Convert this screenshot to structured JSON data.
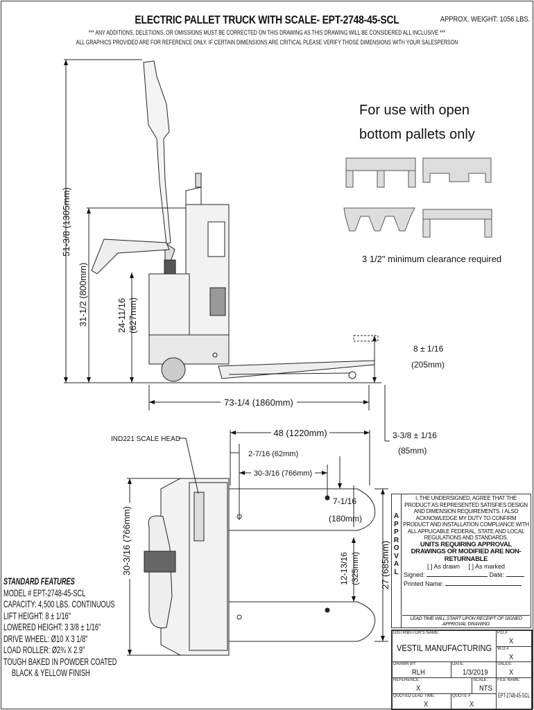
{
  "header": {
    "title": "ELECTRIC PALLET TRUCK WITH SCALE- EPT-2748-45-SCL",
    "weight": "APPROX. WEIGHT: 1056 LBS.",
    "note1": "*** ANY ADDITIONS, DELETIONS, OR OMISSIONS MUST BE CORRECTED ON THIS DRAWING AS THIS DRAWING WILL BE CONSIDERED ALL INCLUSIVE ***",
    "note2": "ALL GRAPHICS PROVIDED ARE FOR REFERENCE ONLY. IF CERTAIN DIMENSIONS ARE CRITICAL PLEASE VERIFY THOSE DIMENSIONS WITH YOUR SALESPERSON"
  },
  "pallet_note": {
    "line1": "For use with open",
    "line2": "bottom pallets only",
    "clearance": "3 1/2\" minimum clearance required"
  },
  "side_view": {
    "overall_height": "51-3/8 (1305mm)",
    "handle_height": "31-1/2 (800mm)",
    "body_height": "24-11/16",
    "body_height_mm": "(627mm)",
    "lift_height": "8 ± 1/16",
    "lift_height_mm": "(205mm)",
    "length": "73-1/4 (1860mm)",
    "lowered_height": "3-3/8 ± 1/16",
    "lowered_height_mm": "(85mm)"
  },
  "top_view": {
    "scale_head": "IND221 SCALE HEAD",
    "fork_length": "48 (1220mm)",
    "offset": "2-7/16 (62mm)",
    "inner_length": "30-3/16 (766mm)",
    "fork_width": "7-1/16",
    "fork_width_mm": "(180mm)",
    "inner_span": "12-13/16",
    "inner_span_mm": "(325mm)",
    "outer_width": "27 (685mm)",
    "body_width": "30-3/16 (766mm)"
  },
  "features": {
    "heading": "STANDARD FEATURES",
    "items": [
      "MODEL # EPT-2748-45-SCL",
      "CAPACITY: 4,500 LBS. CONTINUOUS",
      "LIFT HEIGHT: 8 ± 1/16\"",
      "LOWERED HEIGHT: 3 3/8 ± 1/16\"",
      "DRIVE WHEEL: Ø10 X 3 1/8\"",
      "LOAD ROLLER: Ø2¾ X 2.9\"",
      "TOUGH BAKED IN POWDER COATED",
      "BLACK & YELLOW FINISH"
    ]
  },
  "approval": {
    "side_label": "APPROVAL",
    "text": "I, THE UNDERSIGNED, AGREE THAT THE PRODUCT AS REPRESENTED SATISFIES DESIGN AND DIMENSION REQUIREMENTS. I ALSO ACKNOWLEDGE MY DUTY TO CONFIRM PRODUCT AND INSTALLATION COMPLIANCE WITH ALL APPLICABLE FEDERAL, STATE AND LOCAL REGULATIONS AND STANDARDS.",
    "warning": "UNITS REQUIRING APPROVAL DRAWINGS OR MODIFIED ARE NON-RETURNABLE",
    "as_drawn": "[  ] As drawn",
    "as_marked": "[  ] As marked",
    "signed": "Signed:",
    "date": "Date:",
    "printed_name": "Printed Name:",
    "lead_time": "LEAD TIME WILL START UPON RECEIPT OF SIGNED APPROVAL DRAWING"
  },
  "title_block": {
    "distributor_label": "DISTRIBUTOR'S NAME:",
    "distributor": "VESTIL MANUFACTURING",
    "po_label": "P.O.#",
    "po": "X",
    "wo_label": "W.O.#",
    "wo": "X",
    "drawn_by_label": "DRAWN BY:",
    "drawn_by": "RLH",
    "date_label": "DATE:",
    "date": "1/3/2019",
    "sales_label": "SALES:",
    "sales": "X",
    "reference_label": "REFERENCE:",
    "reference": "X",
    "scale_label": "SCALE:",
    "scale": "NTS",
    "file_label": "FILE NAME:",
    "file": "EPT-2748-45-SCL",
    "lead_label": "QUOTED LEAD TIME:",
    "lead": "X",
    "quote_label": "QUOTE #",
    "quote": "X"
  }
}
